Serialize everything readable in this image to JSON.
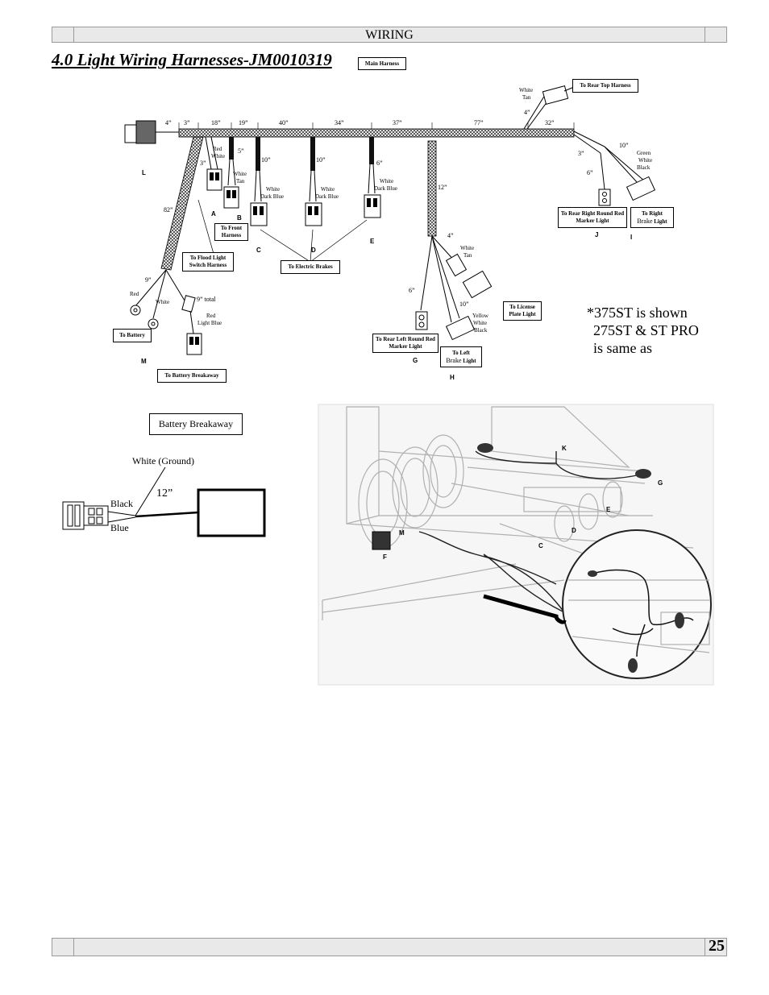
{
  "header": {
    "section": "WIRING"
  },
  "title": "4.0 Light Wiring Harnesses-JM0010319",
  "footer": {
    "page_number": "25"
  },
  "boxes": {
    "main_harness": "Main Harness",
    "rear_top_harness": "To Rear Top Harness",
    "front_harness": "To Front Harness",
    "flood_light": "To Flood Light Switch Harness",
    "electric_brakes": "To Electric Brakes",
    "battery": "To Battery",
    "battery_breakaway": "To Battery Breakaway",
    "rear_right_marker": "To Rear Right Round Red Marker Light",
    "right_brake_1": "To Right",
    "right_brake_2a": "Brake",
    "right_brake_2b": "Light",
    "license_plate": "To License Plate Light",
    "rear_left_marker": "To Rear Left Round Red Marker Light",
    "left_brake_1": "To Left",
    "left_brake_2a": "Brake",
    "left_brake_2b": "Light",
    "battery_breakaway_title": "Battery Breakaway"
  },
  "lengths": [
    "4”",
    "3”",
    "18”",
    "19”",
    "40”",
    "34”",
    "37”",
    "77”",
    "32”"
  ],
  "drop_lengths": {
    "a": "3”",
    "b": "5”",
    "c": "10”",
    "d": "10”",
    "e": "6”",
    "l": "82”",
    "m": "9”",
    "m_total": "9” total",
    "plate": "12”",
    "plate2": "4”",
    "g": "6”",
    "h": "10”",
    "top": "4”",
    "j": "6”",
    "i": "3”",
    "i2": "10”",
    "bb": "12”"
  },
  "wire_colors": {
    "a1": "Red",
    "a2": "White",
    "b1": "White",
    "b2": "Tan",
    "c1": "White",
    "c2": "Dark Blue",
    "d1": "White",
    "d2": "Dark Blue",
    "e1": "White",
    "e2": "Dark Blue",
    "top1": "White",
    "top2": "Tan",
    "i1": "Green",
    "i2": "White",
    "i3": "Black",
    "plate1": "White",
    "plate2": "Tan",
    "h1": "Yellow",
    "h2": "White",
    "h3": "Black",
    "bat_red": "Red",
    "bat_white": "White",
    "f1": "Red",
    "f2": "Light Blue",
    "bb_ground": "White (Ground)",
    "bb_black": "Black",
    "bb_blue": "Blue"
  },
  "letters": {
    "A": "A",
    "B": "B",
    "C": "C",
    "D": "D",
    "E": "E",
    "F": "F",
    "G": "G",
    "H": "H",
    "I": "I",
    "J": "J",
    "L": "L",
    "M": "M",
    "K": "K"
  },
  "photo_letters": [
    "K",
    "G",
    "E",
    "D",
    "C",
    "M",
    "F"
  ],
  "note": [
    "*375ST is shown",
    "275ST & ST PRO",
    "is same as"
  ]
}
